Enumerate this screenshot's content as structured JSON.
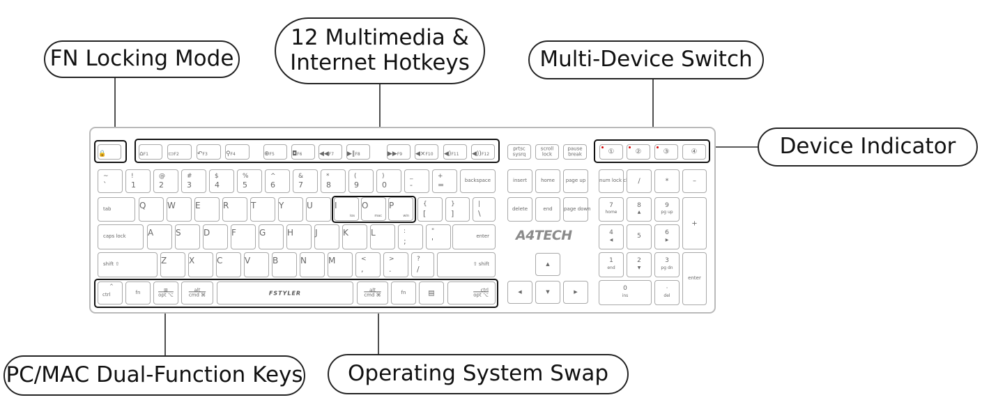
{
  "callouts": {
    "fn_locking": "FN Locking Mode",
    "hotkeys_line1": "12 Multimedia &",
    "hotkeys_line2": "Internet Hotkeys",
    "multi_device": "Multi-Device Switch",
    "device_indicator": "Device Indicator",
    "dual_function": "PC/MAC Dual-Function Keys",
    "os_swap": "Operating System Swap"
  },
  "brand": "A4TECH",
  "spacebar_brand": "FSTYLER",
  "keys": {
    "fn_lock_icon": "lock-icon",
    "f1": "F1",
    "f2": "F2",
    "f3": "F3",
    "f4": "F4",
    "f5": "F5",
    "f6": "F6",
    "f7": "F7",
    "f8": "F8",
    "f9": "F9",
    "f10": "F10",
    "f11": "F11",
    "f12": "F12",
    "prtsc": "prtsc",
    "sysrq": "sysrq",
    "scroll": "scroll",
    "lock": "lock",
    "pause": "pause",
    "break": "break",
    "dev1": "①",
    "dev2": "②",
    "dev3": "③",
    "dev4": "④",
    "tilde_t": "~",
    "tilde_b": "`",
    "n1_t": "!",
    "n1_b": "1",
    "n2_t": "@",
    "n2_b": "2",
    "n3_t": "#",
    "n3_b": "3",
    "n4_t": "$",
    "n4_b": "4",
    "n5_t": "%",
    "n5_b": "5",
    "n6_t": "^",
    "n6_b": "6",
    "n7_t": "&",
    "n7_b": "7",
    "n8_t": "*",
    "n8_b": "8",
    "n9_t": "(",
    "n9_b": "9",
    "n0_t": ")",
    "n0_b": "0",
    "minus_t": "_",
    "minus_b": "-",
    "eq_t": "+",
    "eq_b": "=",
    "backspace": "backspace",
    "insert": "insert",
    "home": "home",
    "page_up": "page up",
    "num_lock": "num lock clear",
    "slash": "/",
    "star": "*",
    "minus": "–",
    "tab": "tab",
    "q": "Q",
    "w": "W",
    "e": "E",
    "r": "R",
    "t": "T",
    "y": "Y",
    "u": "U",
    "i": "I",
    "o": "O",
    "p": "P",
    "i_sub": "ios",
    "o_sub": "mac",
    "p_sub": "win",
    "lbr_t": "{",
    "lbr_b": "[",
    "rbr_t": "}",
    "rbr_b": "]",
    "bs_t": "|",
    "bs_b": "\\",
    "delete": "delete",
    "end": "end",
    "page_down": "page down",
    "n7": "7",
    "n7s": "home",
    "n8": "8",
    "n8s": "▲",
    "n9": "9",
    "n9s": "pg up",
    "plus": "+",
    "caps": "caps lock",
    "a": "A",
    "s": "S",
    "d": "D",
    "f": "F",
    "g": "G",
    "h": "H",
    "j": "J",
    "k": "K",
    "l": "L",
    "semi_t": ":",
    "semi_b": ";",
    "quote_t": "\"",
    "quote_b": "'",
    "enter": "enter",
    "n4": "4",
    "n4s": "◀",
    "n5": "5",
    "n6": "6",
    "n6s": "▶",
    "lshift": "shift ⇧",
    "z": "Z",
    "x": "X",
    "c": "C",
    "v": "V",
    "b": "B",
    "n": "N",
    "m": "M",
    "comma_t": "<",
    "comma_b": ",",
    "dot_t": ">",
    "dot_b": ".",
    "qm_t": "?",
    "qm_b": "/",
    "rshift": "⇧ shift",
    "up": "▲",
    "n1": "1",
    "n1s": "end",
    "n2": "2",
    "n2s": "▼",
    "n3": "3",
    "n3s": "pg dn",
    "nenter": "enter",
    "lctrl": "ctrl",
    "lctrl_t": "^",
    "fn": "fn",
    "win_t": "⊞",
    "opt": "opt ⌥",
    "alt": "alt",
    "cmd": "cmd ⌘",
    "ralt": "alt",
    "rcmd": "cmd ⌘",
    "rfn": "fn",
    "menu": "▤",
    "rctrl": "ctrl",
    "ropt": "opt ⌥",
    "left": "◀",
    "down": "▼",
    "right": "▶",
    "n0": "0",
    "n0s": "ins",
    "ndot": "·",
    "ndots": "del"
  }
}
